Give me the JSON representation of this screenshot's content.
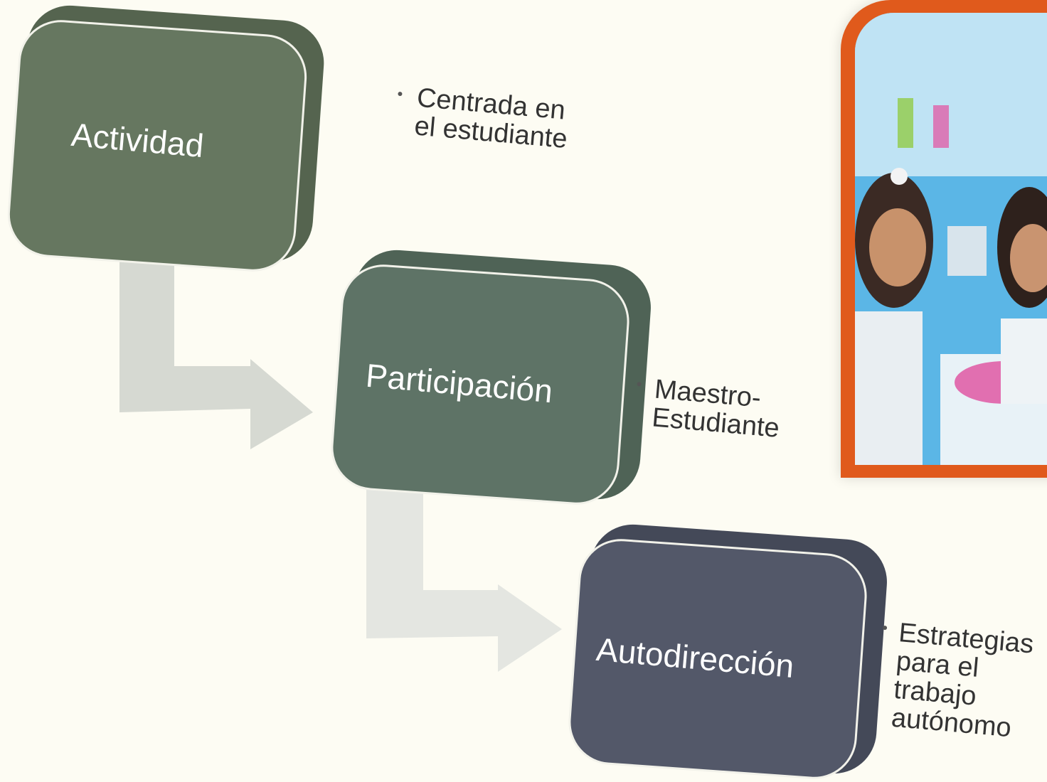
{
  "steps": [
    {
      "label": "Actividad",
      "note": "Centrada en el estudiante",
      "color": "#667760"
    },
    {
      "label": "Participación",
      "note": "Maestro- Estudiante",
      "color": "#5e7366"
    },
    {
      "label": "Autodirección",
      "note": "Estrategias para el trabajo autónomo",
      "color": "#535869"
    }
  ],
  "colors": {
    "background": "#fdfcf3",
    "frame": "#e05a1c",
    "arrow": "#d9dcd6"
  },
  "photo": {
    "icon": "classroom-photo"
  }
}
